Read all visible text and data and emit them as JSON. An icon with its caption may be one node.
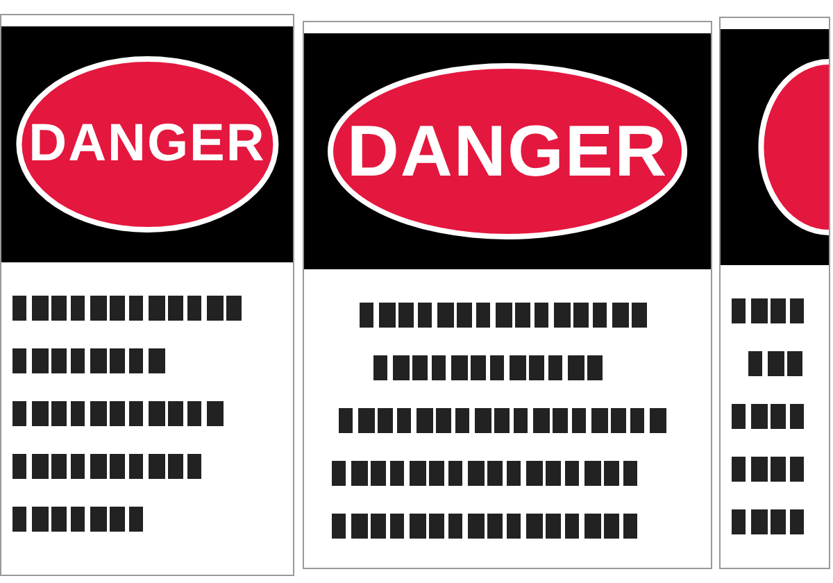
{
  "diagram": {
    "nodes": [
      {
        "text": [
          "DANGER"
        ]
      },
      {
        "text": [
          "DANGER"
        ]
      },
      {
        "text": [],
        "shape": "box"
      }
    ]
  }
}
